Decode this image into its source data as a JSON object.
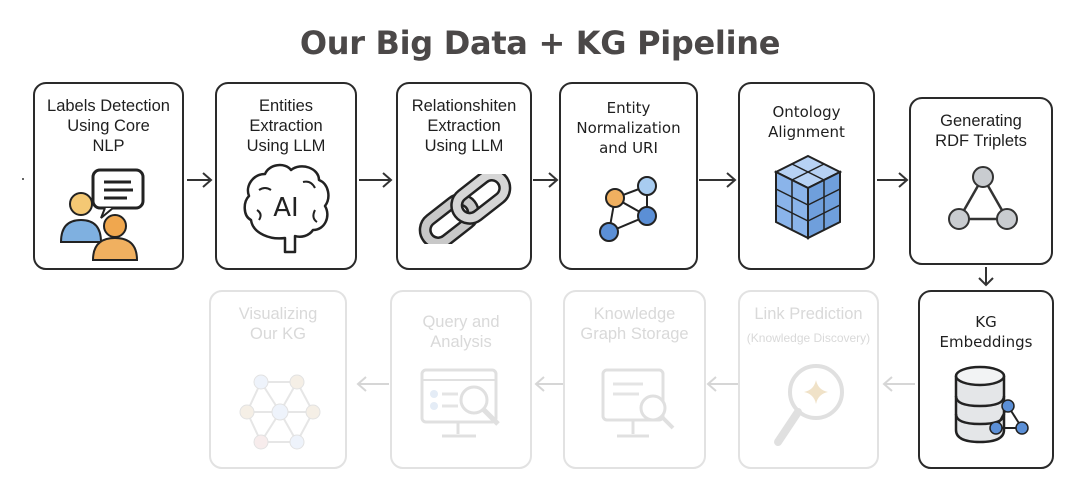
{
  "title": "Our Big Data + KG Pipeline",
  "steps": [
    {
      "label": "Labels Detection\nUsing Core\nNLP"
    },
    {
      "label": "Entities Extraction\nUsing LLM",
      "icon_text": "AI"
    },
    {
      "label": "Relationshiten\nExtraction\nUsing LLM"
    },
    {
      "label": "Entity\nNormalization\nand URI"
    },
    {
      "label": "Ontology\nAlignment"
    },
    {
      "label": "Generating\nRDF Triplets"
    },
    {
      "label": "KG\nEmbeddings"
    },
    {
      "label": "Link Prediction",
      "sublabel": "(Knowledge Discovery)"
    },
    {
      "label": "Knowledge\nGraph Storage"
    },
    {
      "label": "Query and\nAnalysis"
    },
    {
      "label": "Visualizing\nOur KG"
    }
  ],
  "colors": {
    "title": "#4b4848",
    "border_active": "#2a2a2a",
    "border_faded": "#e2e2e2",
    "blue": "#5b8fd6",
    "orange": "#f0b060",
    "cube": "#8ab4ea"
  },
  "icons": [
    "people-chat-icon",
    "ai-brain-icon",
    "chain-link-icon",
    "node-graph-icon",
    "cube-grid-icon",
    "triangle-graph-icon",
    "database-graph-icon",
    "magnifier-sparkle-icon",
    "monitor-search-icon",
    "dashboard-search-icon",
    "network-graph-icon"
  ]
}
